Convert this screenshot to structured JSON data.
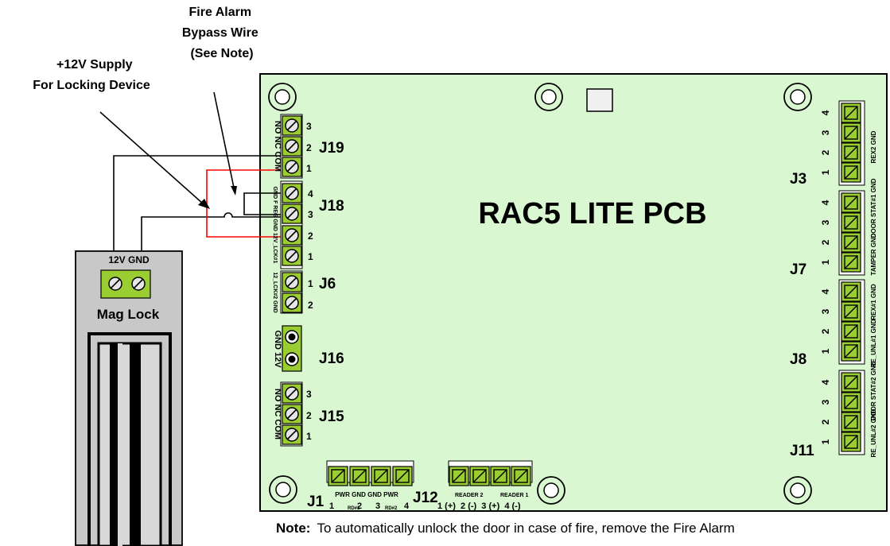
{
  "callouts": {
    "fire_bypass": [
      "Fire Alarm",
      "Bypass Wire",
      "(See Note)"
    ],
    "supply": [
      "+12V Supply",
      "For Locking Device"
    ]
  },
  "board": {
    "title": "RAC5 LITE PCB"
  },
  "mag_lock": {
    "terminal_label": "12V GND",
    "title": "Mag Lock"
  },
  "connectors": {
    "J19": {
      "name": "J19",
      "side_label": "NO NC COM",
      "pins": [
        "3",
        "2",
        "1"
      ]
    },
    "J18": {
      "name": "J18",
      "side_label": "GND F REG GND 12V_LCK#1",
      "pins": [
        "4",
        "3",
        "2",
        "1"
      ]
    },
    "J6": {
      "name": "J6",
      "side_label": "12_LCK#2 GND",
      "pins": [
        "1",
        "2"
      ]
    },
    "J16": {
      "name": "J16",
      "side_label": "GND 12V"
    },
    "J15": {
      "name": "J15",
      "side_label": "NO NC COM",
      "pins": [
        "3",
        "2",
        "1"
      ]
    },
    "J1": {
      "name": "J1",
      "top_label": "PWR GND GND PWR",
      "pins": [
        "1",
        "2",
        "3",
        "4"
      ],
      "sub": [
        "RD#1",
        "RD#2"
      ]
    },
    "J12": {
      "name": "J12",
      "top_label": [
        "READER 2",
        "READER 1"
      ],
      "pins_label": "1 (+)  2 (-)  3 (+)  4 (-)"
    },
    "J3": {
      "name": "J3",
      "side_label": "REX2 GND",
      "pins": [
        "4",
        "3",
        "2",
        "1"
      ]
    },
    "J7": {
      "name": "J7",
      "side_label": [
        "DOOR STAT#1 GND",
        "TAMPER GND"
      ],
      "pins": [
        "4",
        "3",
        "2",
        "1"
      ]
    },
    "J8": {
      "name": "J8",
      "side_label": [
        "REX#1 GND",
        "RE_UNL#1 GND"
      ],
      "pins": [
        "4",
        "3",
        "2",
        "1"
      ]
    },
    "J11": {
      "name": "J11",
      "side_label": [
        "DOOR STAT#2 GND",
        "RE_UNL#2 GND"
      ],
      "pins": [
        "4",
        "3",
        "2",
        "1"
      ]
    }
  },
  "note": {
    "label": "Note:",
    "text": "To automatically unlock the door in case of fire, remove the Fire Alarm"
  },
  "colors": {
    "board": "#d9f7d1",
    "terminal": "#9acd32",
    "maglock_body": "#c8c8c8",
    "wire_black": "#000000",
    "wire_red": "#ff0000"
  }
}
